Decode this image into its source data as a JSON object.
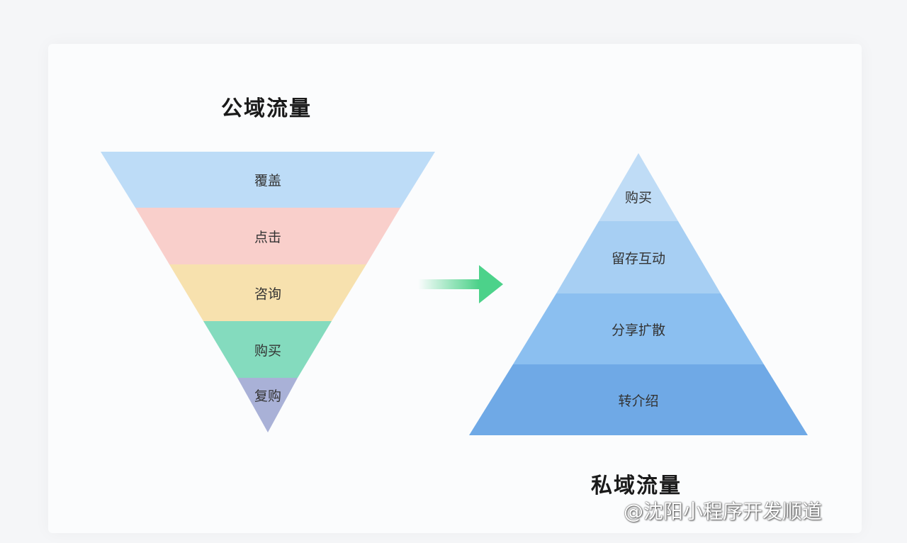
{
  "funnel": {
    "title": "公域流量",
    "layers": [
      {
        "label": "覆盖",
        "color": "#bddcf7"
      },
      {
        "label": "点击",
        "color": "#f9cfcb"
      },
      {
        "label": "咨询",
        "color": "#f7e1ae"
      },
      {
        "label": "购买",
        "color": "#84dbbe"
      },
      {
        "label": "复购",
        "color": "#a9b1d7"
      }
    ]
  },
  "arrow": {
    "color": "#4cd28a"
  },
  "pyramid": {
    "title": "私域流量",
    "layers": [
      {
        "label": "购买",
        "color": "#bfdcf6"
      },
      {
        "label": "留存互动",
        "color": "#a7cff3"
      },
      {
        "label": "分享扩散",
        "color": "#8bbff0"
      },
      {
        "label": "转介绍",
        "color": "#6fa9e6"
      }
    ]
  },
  "watermark": "@沈阳小程序开发顺道"
}
